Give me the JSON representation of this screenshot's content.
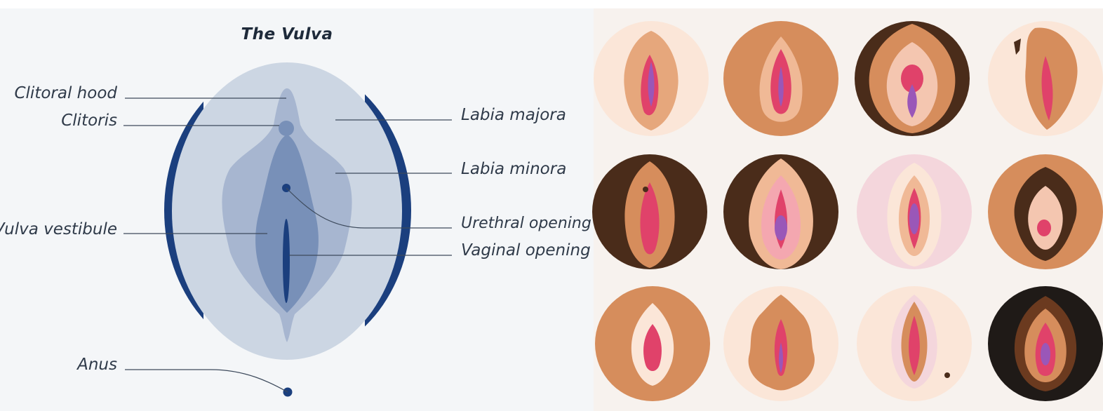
{
  "diagram": {
    "title": "The Vulva",
    "labels": {
      "clitoral_hood": "Clitoral hood",
      "clitoris": "Clitoris",
      "vulva_vestibule": "Vulva vestibule",
      "anus": "Anus",
      "labia_majora": "Labia majora",
      "labia_minora": "Labia minora",
      "urethral_opening": "Urethral opening",
      "vaginal_opening": "Vaginal opening"
    },
    "colors": {
      "outer_ring": "#1b3f7e",
      "majora": "#ccd6e3",
      "minora": "#a7b6d0",
      "vestibule": "#7890b8",
      "opening": "#1b3f7e",
      "leader_line": "#3d4a5c",
      "label_text": "#2f3a49"
    }
  },
  "illustration_grid": {
    "rows": 3,
    "columns": 4,
    "background": "#f7f2ee"
  }
}
